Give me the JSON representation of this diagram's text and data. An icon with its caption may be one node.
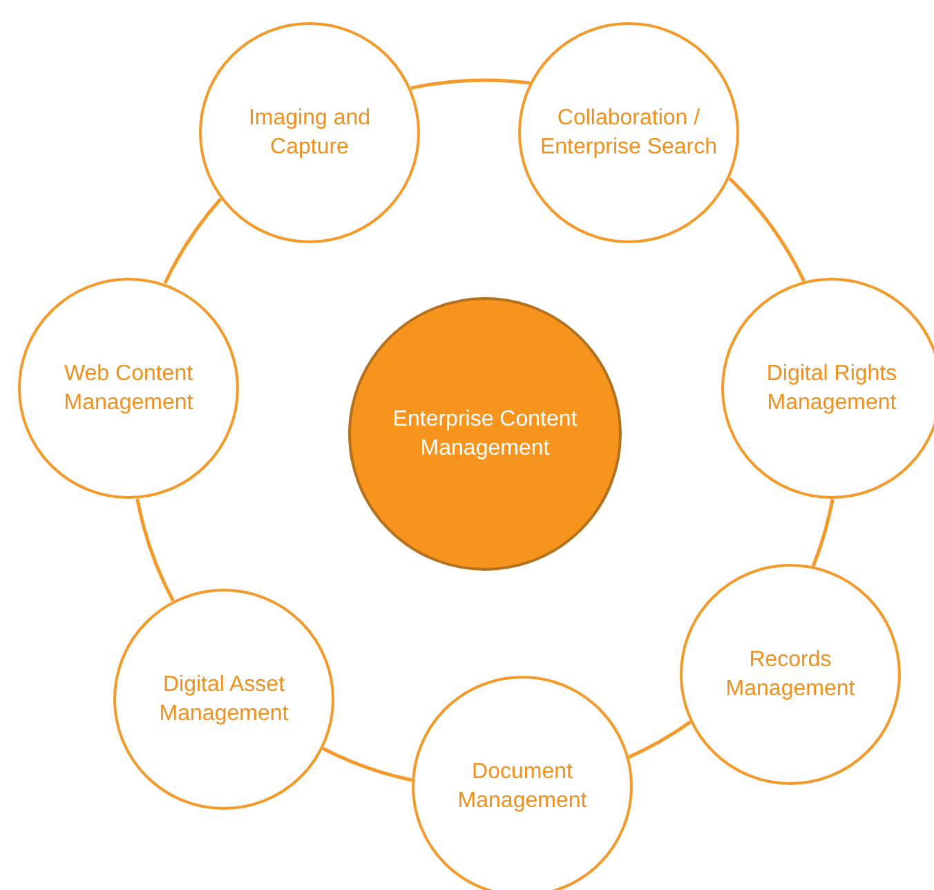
{
  "diagram": {
    "nodes": [
      {
        "text": [
          "Enterprise Content Management"
        ]
      },
      {
        "text": [
          "Imaging and Capture"
        ]
      },
      {
        "text": [
          "Collaboration / Enterprise Search"
        ]
      },
      {
        "text": [
          "Digital Rights Management"
        ]
      },
      {
        "text": [
          "Records Management"
        ]
      },
      {
        "text": [
          "Document Management"
        ]
      },
      {
        "text": [
          "Digital Asset Management"
        ]
      },
      {
        "text": [
          "Web Content Management"
        ]
      }
    ],
    "edges": [
      {
        "from": 1,
        "to": 2,
        "arrow": "none"
      },
      {
        "from": 2,
        "to": 3,
        "arrow": "none"
      },
      {
        "from": 3,
        "to": 4,
        "arrow": "none"
      },
      {
        "from": 4,
        "to": 5,
        "arrow": "none"
      },
      {
        "from": 5,
        "to": 6,
        "arrow": "none"
      },
      {
        "from": 6,
        "to": 7,
        "arrow": "none"
      },
      {
        "from": 7,
        "to": 1,
        "arrow": "none"
      }
    ]
  }
}
